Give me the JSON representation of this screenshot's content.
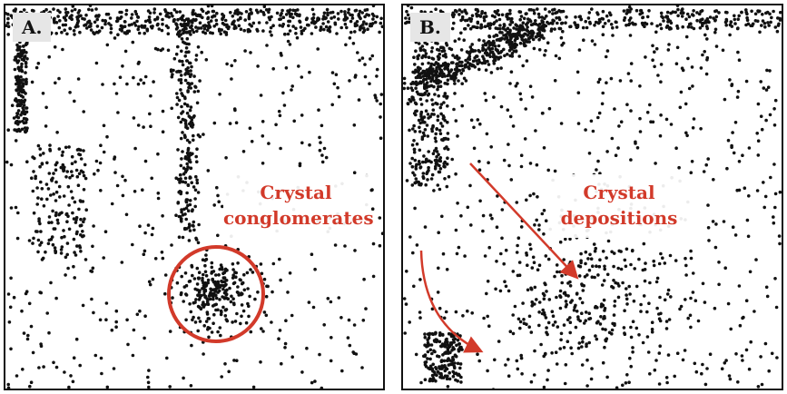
{
  "panels": [
    {
      "label": "A.",
      "annotation": [
        "Crystal",
        "conglomerates"
      ]
    },
    {
      "label": "B.",
      "annotation": [
        "Crystal",
        "depositions"
      ]
    }
  ],
  "colors": {
    "dots": "#111111",
    "annotation": "#d23a2a",
    "frame": "#111111"
  }
}
